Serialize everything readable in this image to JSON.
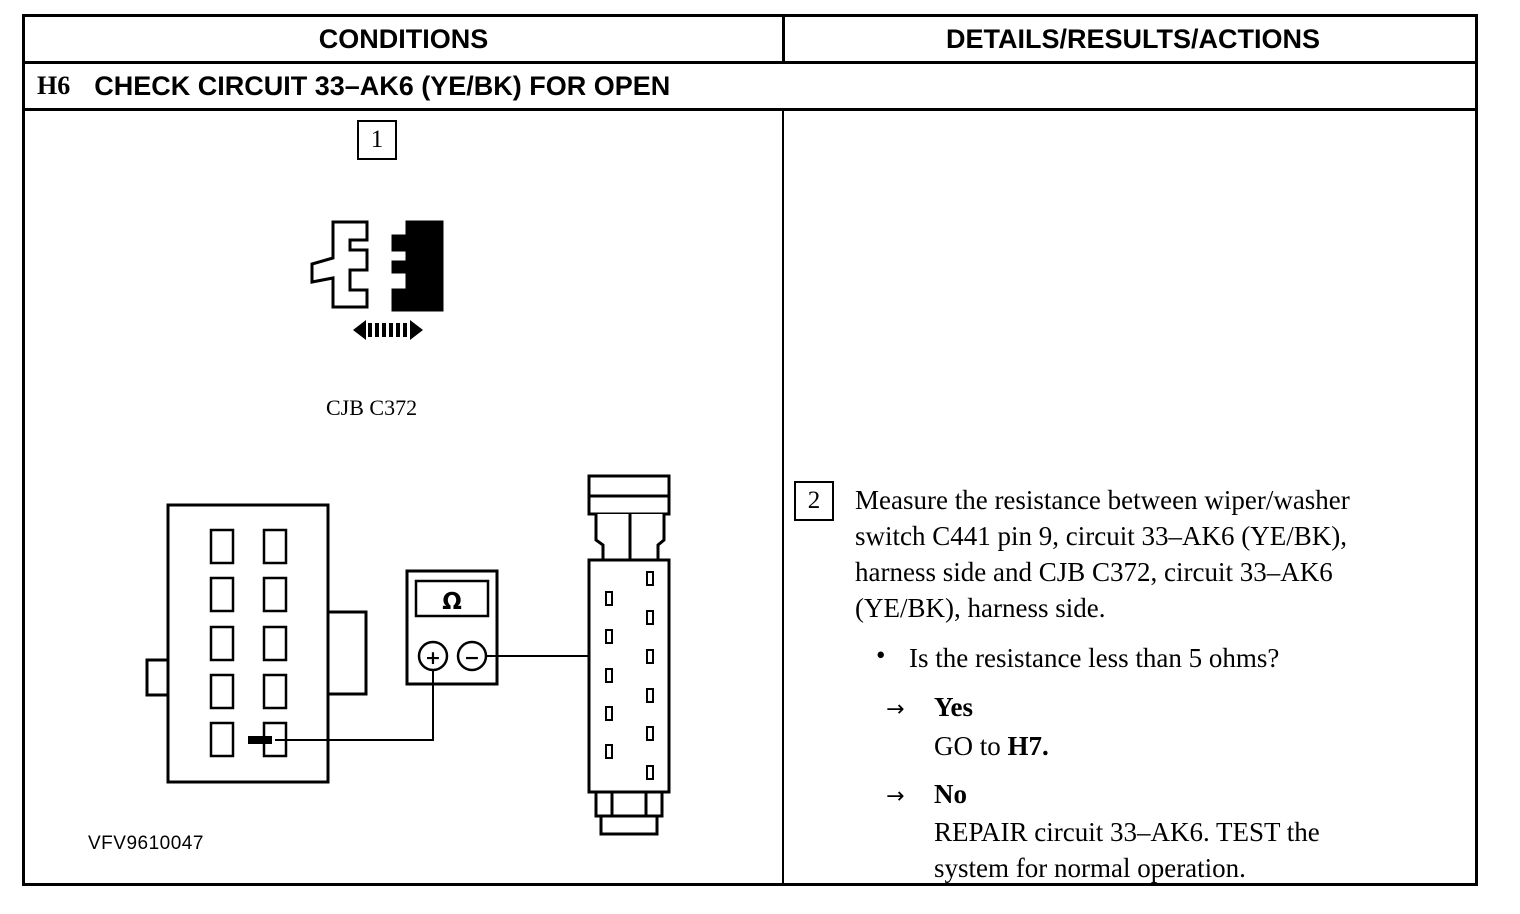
{
  "table": {
    "header_left": "CONDITIONS",
    "header_right": "DETAILS/RESULTS/ACTIONS",
    "step_id": "H6",
    "step_title": "CHECK CIRCUIT 33–AK6 (YE/BK) FOR OPEN"
  },
  "conditions": {
    "step1_number": "1",
    "connector_caption": "CJB C372",
    "meter_symbol": "Ω",
    "meter_plus": "+",
    "meter_minus": "−",
    "figure_id": "VFV9610047"
  },
  "details": {
    "step2_number": "2",
    "instruction_lines": [
      "Measure the resistance between wiper/washer",
      "switch C441 pin 9, circuit 33–AK6 (YE/BK),",
      "harness side and CJB C372, circuit 33–AK6",
      "(YE/BK), harness side."
    ],
    "bullet_symbol": "•",
    "question": "Is the resistance less than 5 ohms?",
    "arrow_symbol": "→",
    "yes_label": "Yes",
    "yes_action_prefix": "GO to ",
    "yes_action_target": "H7.",
    "no_label": "No",
    "no_action_lines": [
      "REPAIR circuit 33–AK6. TEST the",
      "system for normal operation."
    ]
  },
  "colors": {
    "ink": "#000000",
    "paper": "#ffffff"
  }
}
